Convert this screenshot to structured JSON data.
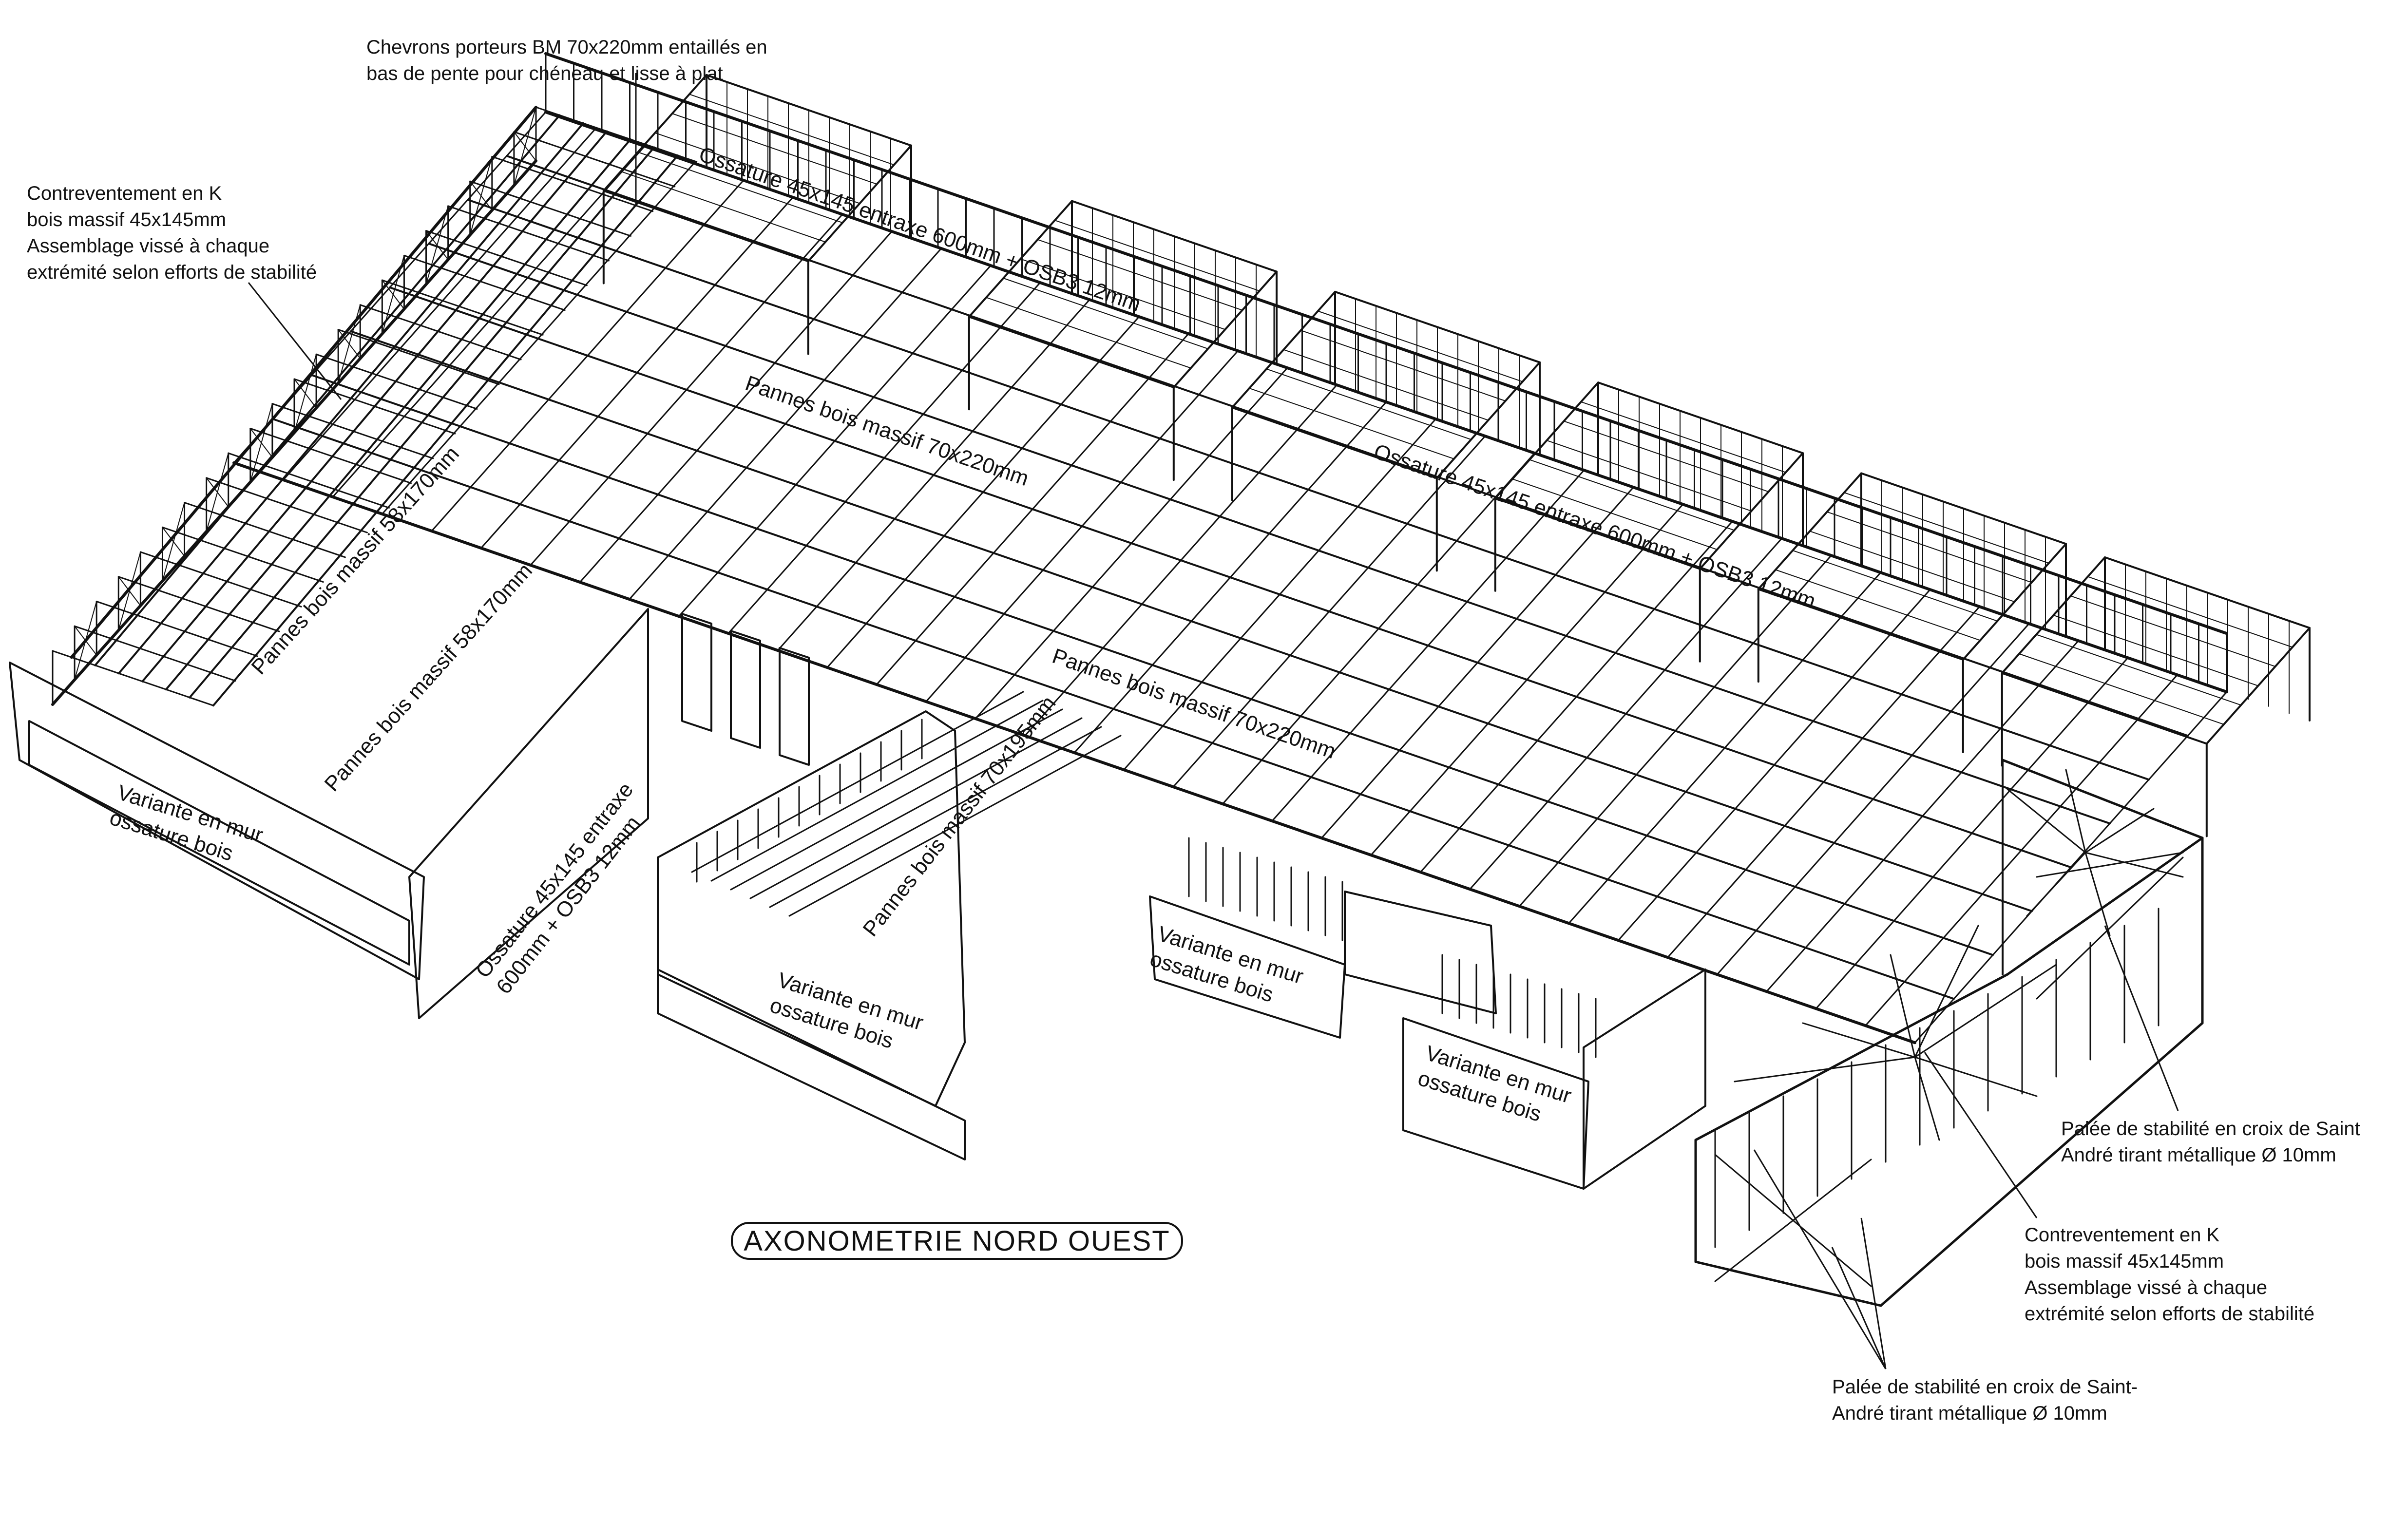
{
  "title": "AXONOMETRIE NORD OUEST",
  "labels": {
    "chevrons": [
      "Chevrons porteurs BM 70x220mm entaillés en",
      "bas de pente pour chéneau et lisse à plat"
    ],
    "contrevent_top": [
      "Contreventement en K",
      "bois massif 45x145mm",
      "Assemblage vissé à chaque",
      "extrémité selon efforts de stabilité"
    ],
    "contrevent_right": [
      "Contreventement en K",
      "bois massif 45x145mm",
      "Assemblage vissé à chaque",
      "extrémité selon efforts de stabilité"
    ],
    "palee_right": [
      "Palée de stabilité en croix de Saint",
      "André tirant métallique Ø 10mm"
    ],
    "palee_bottom": [
      "Palée de stabilité en croix de Saint-",
      "André tirant métallique Ø 10mm"
    ],
    "ossature_top": "Ossature 45x145 entraxe 600mm + OSB3 12mm",
    "ossature_mid": "Ossature 45x145 entraxe 600mm + OSB3 12mm",
    "ossature_left": [
      "Ossature 45x145 entraxe",
      "600mm + OSB3 12mm"
    ],
    "pannes_1": "Pannes bois massif 58x170mm",
    "pannes_2": "Pannes bois massif 58x170mm",
    "pannes_3": "Pannes bois massif 70x220mm",
    "pannes_4": "Pannes bois massif 70x220mm",
    "pannes_5": "Pannes bois massif 70x195mm",
    "variante_1": [
      "Variante en mur",
      "ossature bois"
    ],
    "variante_2": [
      "Variante en mur",
      "ossature bois"
    ],
    "variante_3": [
      "Variante en mur",
      "ossature bois"
    ],
    "variante_4": [
      "Variante en mur",
      "ossature bois"
    ]
  },
  "colors": {
    "line": "#111111",
    "background": "#ffffff"
  }
}
